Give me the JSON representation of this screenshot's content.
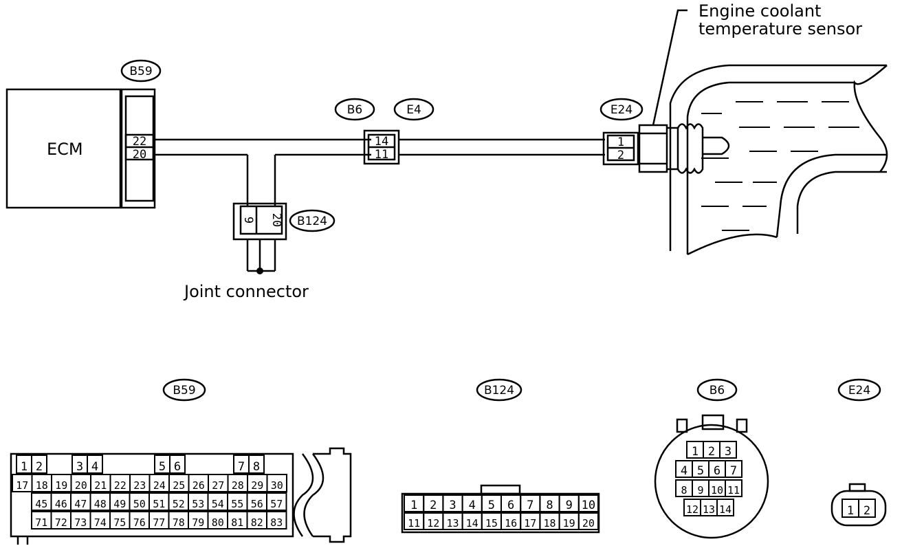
{
  "labels": {
    "ecm": "ECM",
    "joint_connector": "Joint connector",
    "sensor_line1": "Engine coolant",
    "sensor_line2": "temperature sensor"
  },
  "tags": {
    "b59_top": "B59",
    "b6_top": "B6",
    "e4_top": "E4",
    "e24_top": "E24",
    "b124_top": "B124",
    "b59_bottom": "B59",
    "b124_bottom": "B124",
    "b6_bottom": "B6",
    "e24_bottom": "E24"
  },
  "wiring_pins": {
    "b59_upper": "22",
    "b59_lower": "20",
    "b6_upper": "14",
    "b6_lower": "11",
    "e24_upper": "1",
    "e24_lower": "2",
    "b124_left": "9",
    "b124_right": "20"
  },
  "connector_b59": {
    "row1": [
      "1",
      "2",
      "3",
      "4",
      "5",
      "6",
      "7",
      "8"
    ],
    "row2": [
      "17",
      "18",
      "19",
      "20",
      "21",
      "22",
      "23",
      "24",
      "25",
      "26",
      "27",
      "28",
      "29",
      "30"
    ],
    "row3": [
      "45",
      "46",
      "47",
      "48",
      "49",
      "50",
      "51",
      "52",
      "53",
      "54",
      "55",
      "56",
      "57"
    ],
    "row4": [
      "71",
      "72",
      "73",
      "74",
      "75",
      "76",
      "77",
      "78",
      "79",
      "80",
      "81",
      "82",
      "83"
    ]
  },
  "connector_b124": {
    "row1": [
      "1",
      "2",
      "3",
      "4",
      "5",
      "6",
      "7",
      "8",
      "9",
      "10"
    ],
    "row2": [
      "11",
      "12",
      "13",
      "14",
      "15",
      "16",
      "17",
      "18",
      "19",
      "20"
    ]
  },
  "connector_b6": {
    "row1": [
      "1",
      "2",
      "3"
    ],
    "row2": [
      "4",
      "5",
      "6",
      "7"
    ],
    "row3": [
      "8",
      "9",
      "10",
      "11"
    ],
    "row4": [
      "12",
      "13",
      "14"
    ]
  },
  "connector_e24": {
    "pins": [
      "1",
      "2"
    ]
  }
}
